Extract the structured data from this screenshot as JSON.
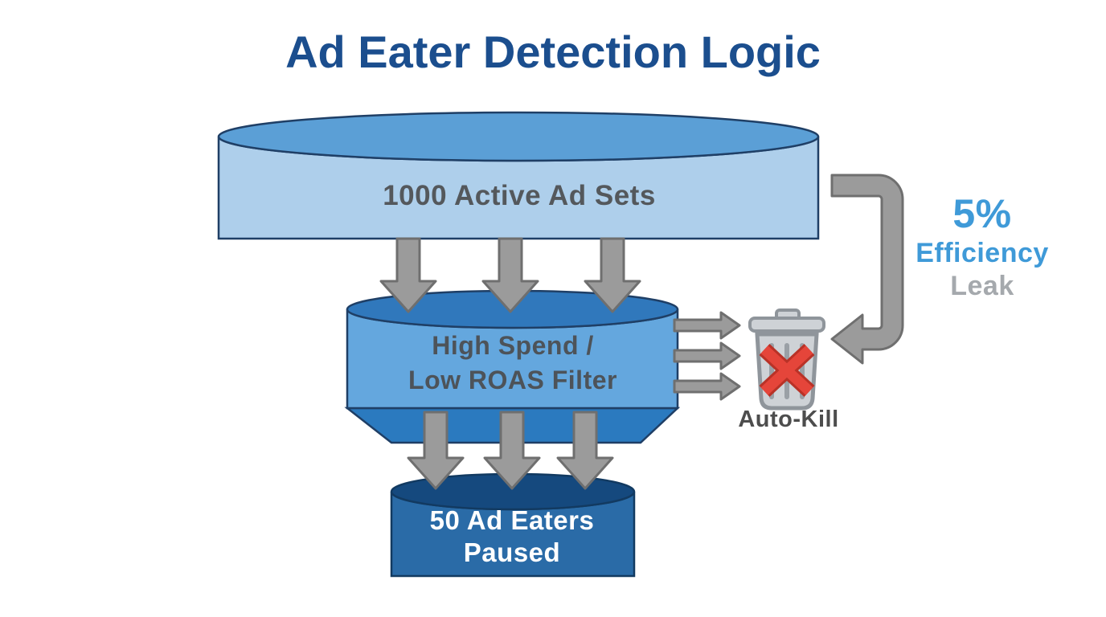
{
  "title": "Ad Eater Detection Logic",
  "funnel": {
    "stage1": {
      "label": "1000 Active Ad Sets"
    },
    "stage2": {
      "label_line1": "High Spend /",
      "label_line2": "Low ROAS Filter"
    },
    "stage3": {
      "label_line1": "50 Ad Eaters",
      "label_line2": "Paused"
    }
  },
  "leak": {
    "percent": "5%",
    "line1": "Efficiency",
    "line2": "Leak"
  },
  "auto_kill_label": "Auto-Kill",
  "icons": {
    "trash": "trash-can-icon",
    "red_x": "red-x-icon",
    "down_arrows_top": "down-arrow-icon x3",
    "down_arrows_bottom": "down-arrow-icon x3",
    "right_arrows": "right-arrow-icon x3",
    "leak_curve": "curved-leak-arrow-icon"
  },
  "colors": {
    "title_navy": "#1b4e8e",
    "stage1_body": "#aecfeb",
    "stage1_top": "#5b9fd6",
    "stage2_body": "#64a7de",
    "stage2_top": "#3078bc",
    "stage2_taper": "#2b7abf",
    "stage3_body": "#2a6ba7",
    "stage3_top": "#15497e",
    "outline_navy": "#1f3f66",
    "arrow_gray": "#9b9b9b",
    "arrow_stroke": "#6f6f6f",
    "accent_blue_text": "#3f9ad8",
    "gray_text": "#a5a9ad",
    "dark_text": "#54585c",
    "trash_fill": "#ced2d6",
    "trash_stroke": "#8f959b",
    "red_x": "#e5453a"
  }
}
